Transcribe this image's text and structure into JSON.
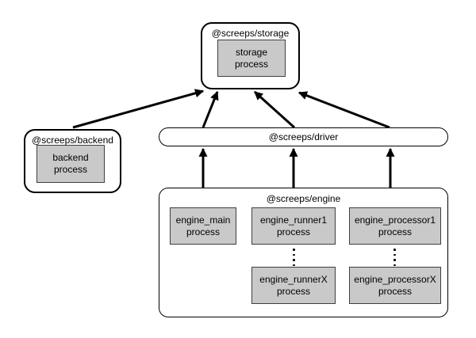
{
  "canvas": {
    "background": "#ffffff"
  },
  "colors": {
    "package_border": "#000000",
    "process_fill": "#c9c9c9",
    "process_border": "#3f3f3f",
    "arrow": "#000000"
  },
  "icons": {
    "vertical_ellipsis": "⋮"
  },
  "packages": {
    "storage": {
      "label": "@screeps/storage"
    },
    "backend": {
      "label": "@screeps/backend"
    },
    "driver": {
      "label": "@screeps/driver"
    },
    "engine": {
      "label": "@screeps/engine"
    }
  },
  "processes": {
    "storage": "storage\nprocess",
    "backend": "backend\nprocess",
    "engine_main": "engine_main\nprocess",
    "engine_runner1": "engine_runner1\nprocess",
    "engine_runnerX": "engine_runnerX\nprocess",
    "engine_processor1": "engine_processor1\nprocess",
    "engine_processorX": "engine_processorX\nprocess"
  }
}
